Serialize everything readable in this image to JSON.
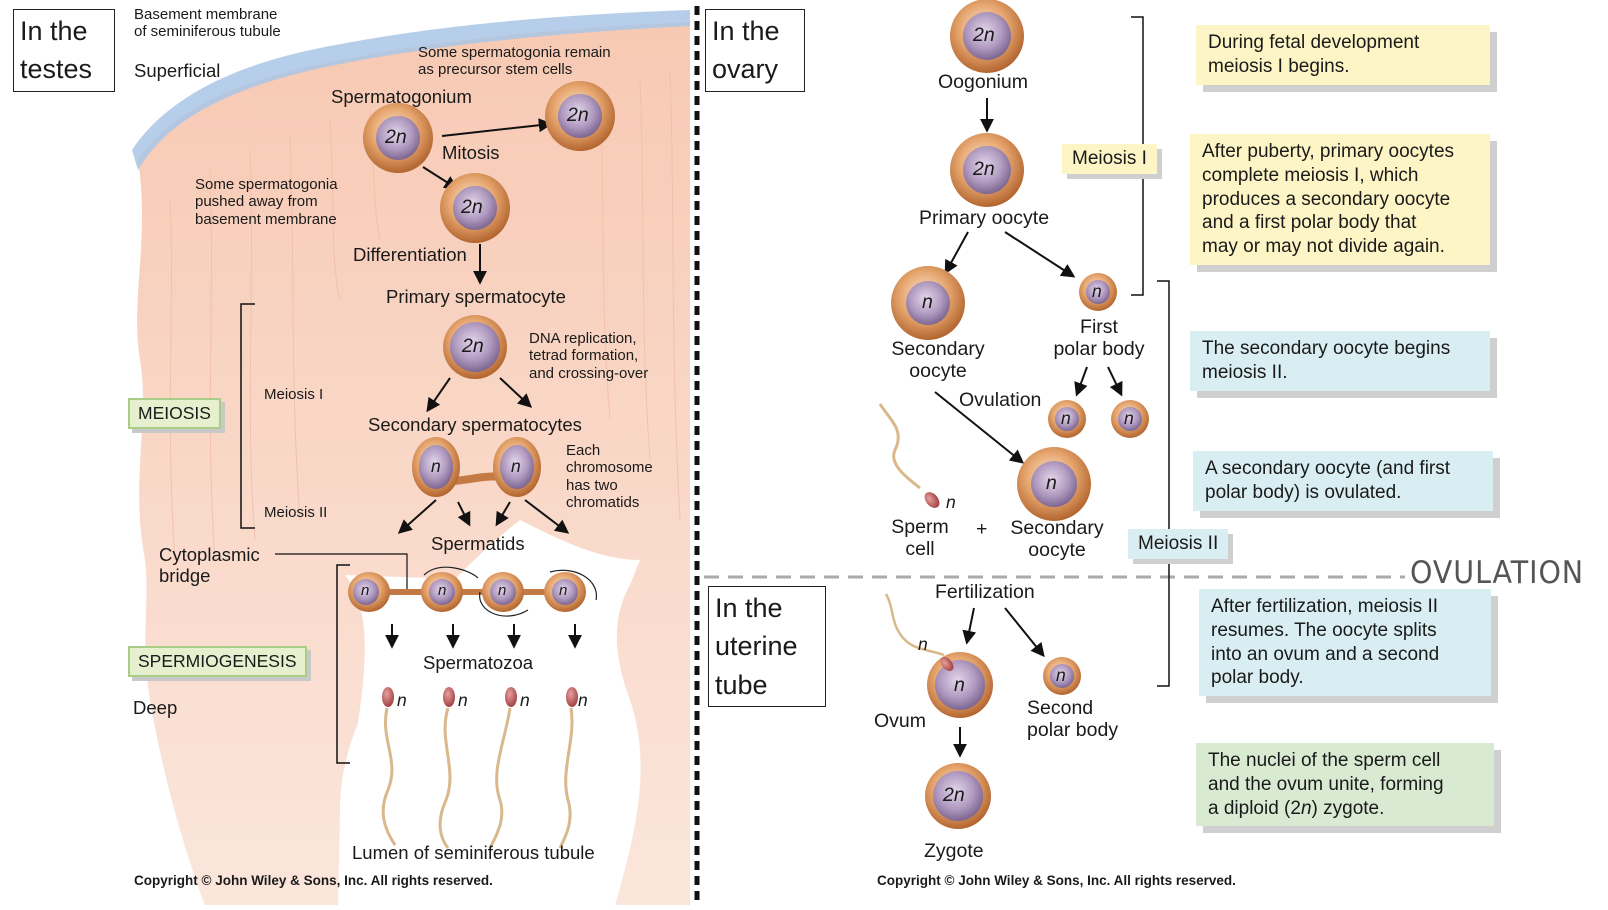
{
  "testes": {
    "box_label_line1": "In the",
    "box_label_line2": "testes",
    "basement_line1": "Basement membrane",
    "basement_line2": "of seminiferous tubule",
    "superficial": "Superficial",
    "precursor_line1": "Some spermatogonia remain",
    "precursor_line2": "as precursor stem cells",
    "spermatogonium": "Spermatogonium",
    "mitosis": "Mitosis",
    "pushed_line1": "Some spermatogonia",
    "pushed_line2": "pushed away from",
    "pushed_line3": "basement membrane",
    "differentiation": "Differentiation",
    "primary_spermatocyte": "Primary spermatocyte",
    "dna_line1": "DNA replication,",
    "dna_line2": "tetrad formation,",
    "dna_line3": "and crossing-over",
    "meiosis_tag": "MEIOSIS",
    "meiosis_1": "Meiosis I",
    "meiosis_2": "Meiosis II",
    "secondary_spermatocytes": "Secondary spermatocytes",
    "chromosome_line1": "Each",
    "chromosome_line2": "chromosome",
    "chromosome_line3": "has two",
    "chromosome_line4": "chromatids",
    "spermatids": "Spermatids",
    "bridge_line1": "Cytoplasmic",
    "bridge_line2": "bridge",
    "spermiogenesis_tag": "SPERMIOGENESIS",
    "spermatozoa": "Spermatozoa",
    "deep": "Deep",
    "lumen": "Lumen of seminiferous tubule",
    "copyright": "Copyright © John Wiley & Sons, Inc. All rights reserved."
  },
  "ploidy": {
    "diploid": "2n",
    "haploid": "n"
  },
  "ovary": {
    "box_label_line1": "In the",
    "box_label_line2": "ovary",
    "oogonium": "Oogonium",
    "primary_oocyte": "Primary oocyte",
    "meiosis_1": "Meiosis I",
    "secondary_oocyte_line1": "Secondary",
    "secondary_oocyte_line2": "oocyte",
    "first_polar_line1": "First",
    "first_polar_line2": "polar body",
    "ovulation": "Ovulation",
    "sperm_line1": "Sperm",
    "sperm_line2": "cell",
    "plus": "+",
    "sec_oocyte2_line1": "Secondary",
    "sec_oocyte2_line2": "oocyte",
    "meiosis_2": "Meiosis II",
    "ovulation_divider": "OVULATION",
    "copyright": "Copyright © John Wiley & Sons, Inc. All rights reserved."
  },
  "uterine": {
    "box_label_line1": "In the",
    "box_label_line2": "uterine",
    "box_label_line3": "tube",
    "fertilization": "Fertilization",
    "ovum": "Ovum",
    "second_polar_line1": "Second",
    "second_polar_line2": "polar body",
    "zygote": "Zygote"
  },
  "notes": {
    "n1_l1": "During fetal development",
    "n1_l2": "meiosis I begins.",
    "n2_l1": "After puberty, primary oocytes",
    "n2_l2": "complete meiosis I, which",
    "n2_l3": "produces a secondary oocyte",
    "n2_l4": "and a first polar body that",
    "n2_l5": "may or may not divide again.",
    "n3_l1": "The secondary oocyte begins",
    "n3_l2": "meiosis II.",
    "n4_l1": "A secondary oocyte (and first",
    "n4_l2": "polar body) is ovulated.",
    "n5_l1": "After fertilization, meiosis II",
    "n5_l2": "resumes. The oocyte splits",
    "n5_l3": "into an ovum and a second",
    "n5_l4": "polar body.",
    "n6_l1": "The nuclei of the sperm cell",
    "n6_l2": "and the ovum unite, forming",
    "n6_l3_pre": "a diploid (2",
    "n6_l3_n": "n",
    "n6_l3_post": ") zygote."
  },
  "colors": {
    "tissue": "#f6d3c2",
    "membrane": "#a9c6e6",
    "cell_outer": "#d0834a",
    "nucleus": "#a58bb6",
    "note_yellow": "#fdf5c5",
    "note_blue": "#d9eef3",
    "note_green": "#d9ead2",
    "tag_green": "#e6f0cf"
  }
}
